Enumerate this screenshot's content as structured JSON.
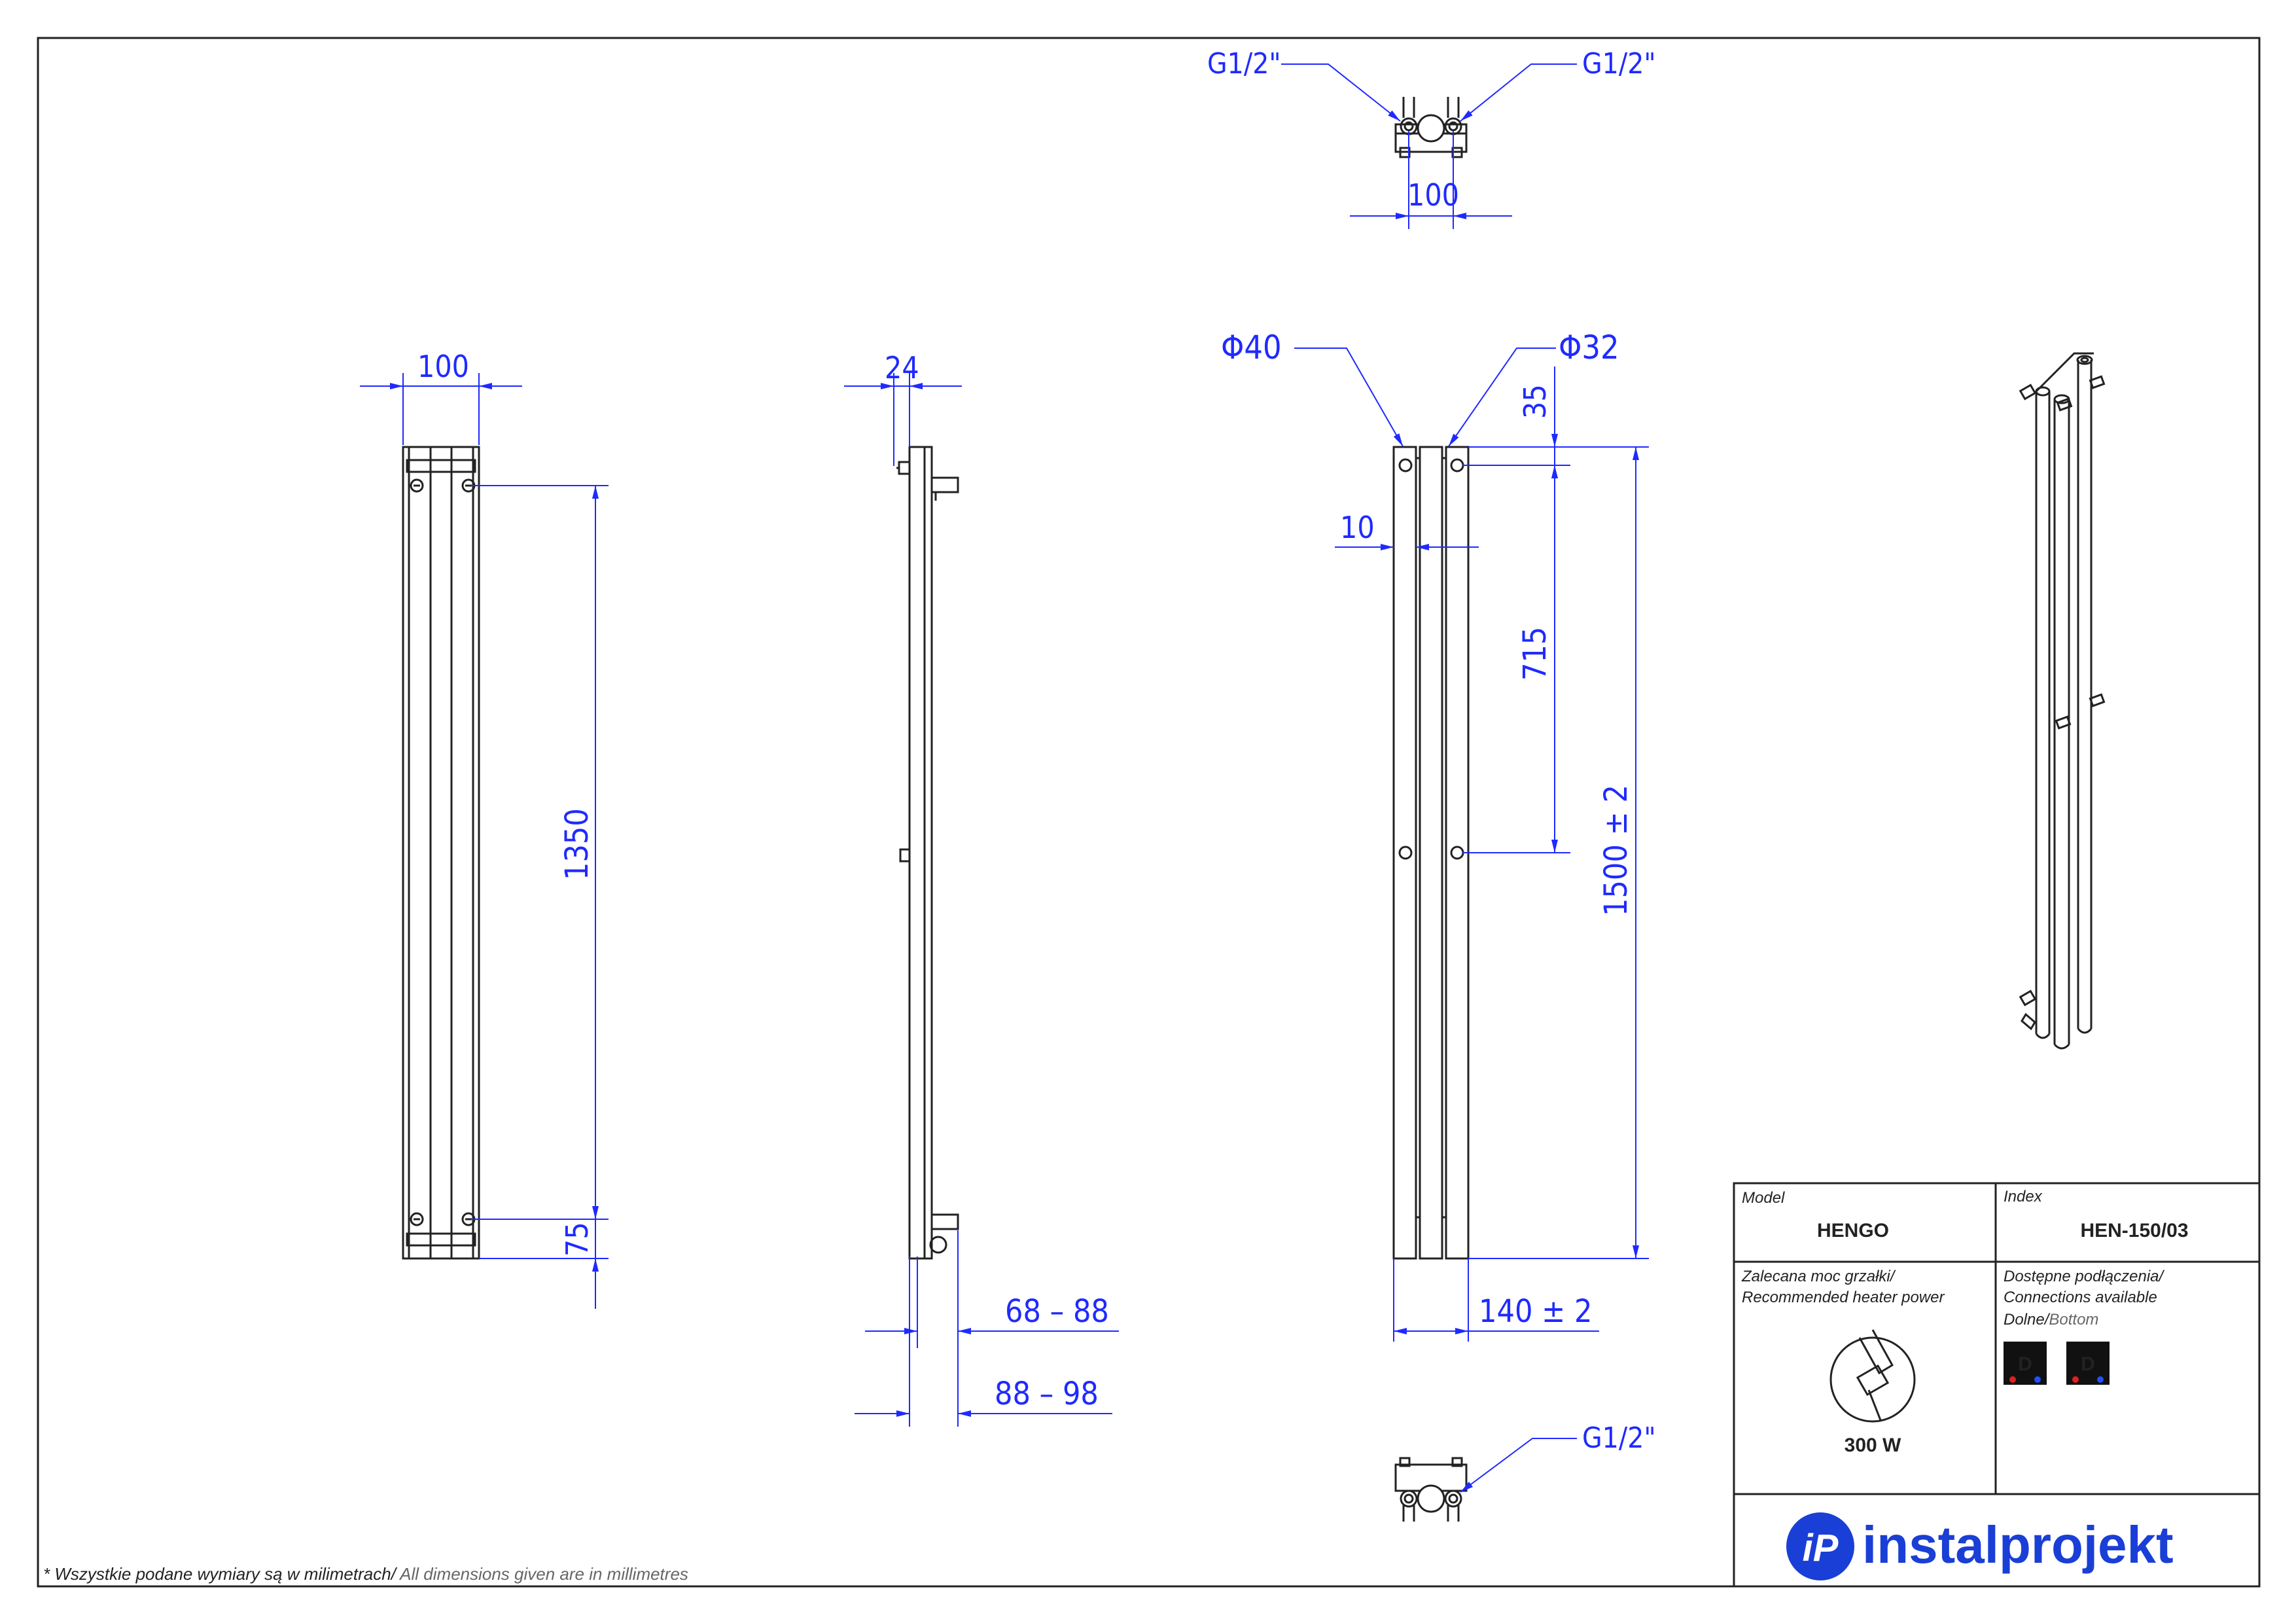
{
  "views": {
    "top_view": {
      "conn_left": "G1/2\"",
      "conn_right": "G1/2\"",
      "dim_spacing": "100"
    },
    "front_view": {
      "dim_width": "100",
      "dim_connection_spacing": "1350",
      "dim_bottom_offset": "75"
    },
    "side_view": {
      "dim_top": "24",
      "dim_wall_min": "68 – 88",
      "dim_wall_max": "88 – 98"
    },
    "pipe_view": {
      "dia_large": "Φ40",
      "dia_small": "Φ32",
      "dim_gap": "10",
      "dim_top_offset": "35",
      "dim_mid": "715",
      "dim_height": "1500  ± 2",
      "dim_depth": "140  ± 2"
    },
    "bottom_view": {
      "conn": "G1/2\""
    }
  },
  "title_block": {
    "model_label": "Model",
    "model_value": "HENGO",
    "index_label": "Index",
    "index_value": "HEN-150/03",
    "heater_label_pl": "Zalecana moc grzałki/",
    "heater_label_en": "Recommended heater power",
    "heater_value": "300 W",
    "connections_label_pl": "Dostępne podłączenia/",
    "connections_label_en": "Connections available",
    "connections_type_pl": "Dolne/",
    "connections_type_en": "Bottom",
    "connection_badges": [
      "D",
      "D"
    ],
    "brand": "instalprojekt"
  },
  "footnote_pl": "* Wszystkie podane wymiary są w milimetrach/",
  "footnote_en": " All dimensions given are in millimetres",
  "colors": {
    "dimension": "#1f2aff",
    "line": "#222222",
    "brand": "#1a3fd6",
    "hot": "#e02020",
    "cold": "#2050ff"
  }
}
